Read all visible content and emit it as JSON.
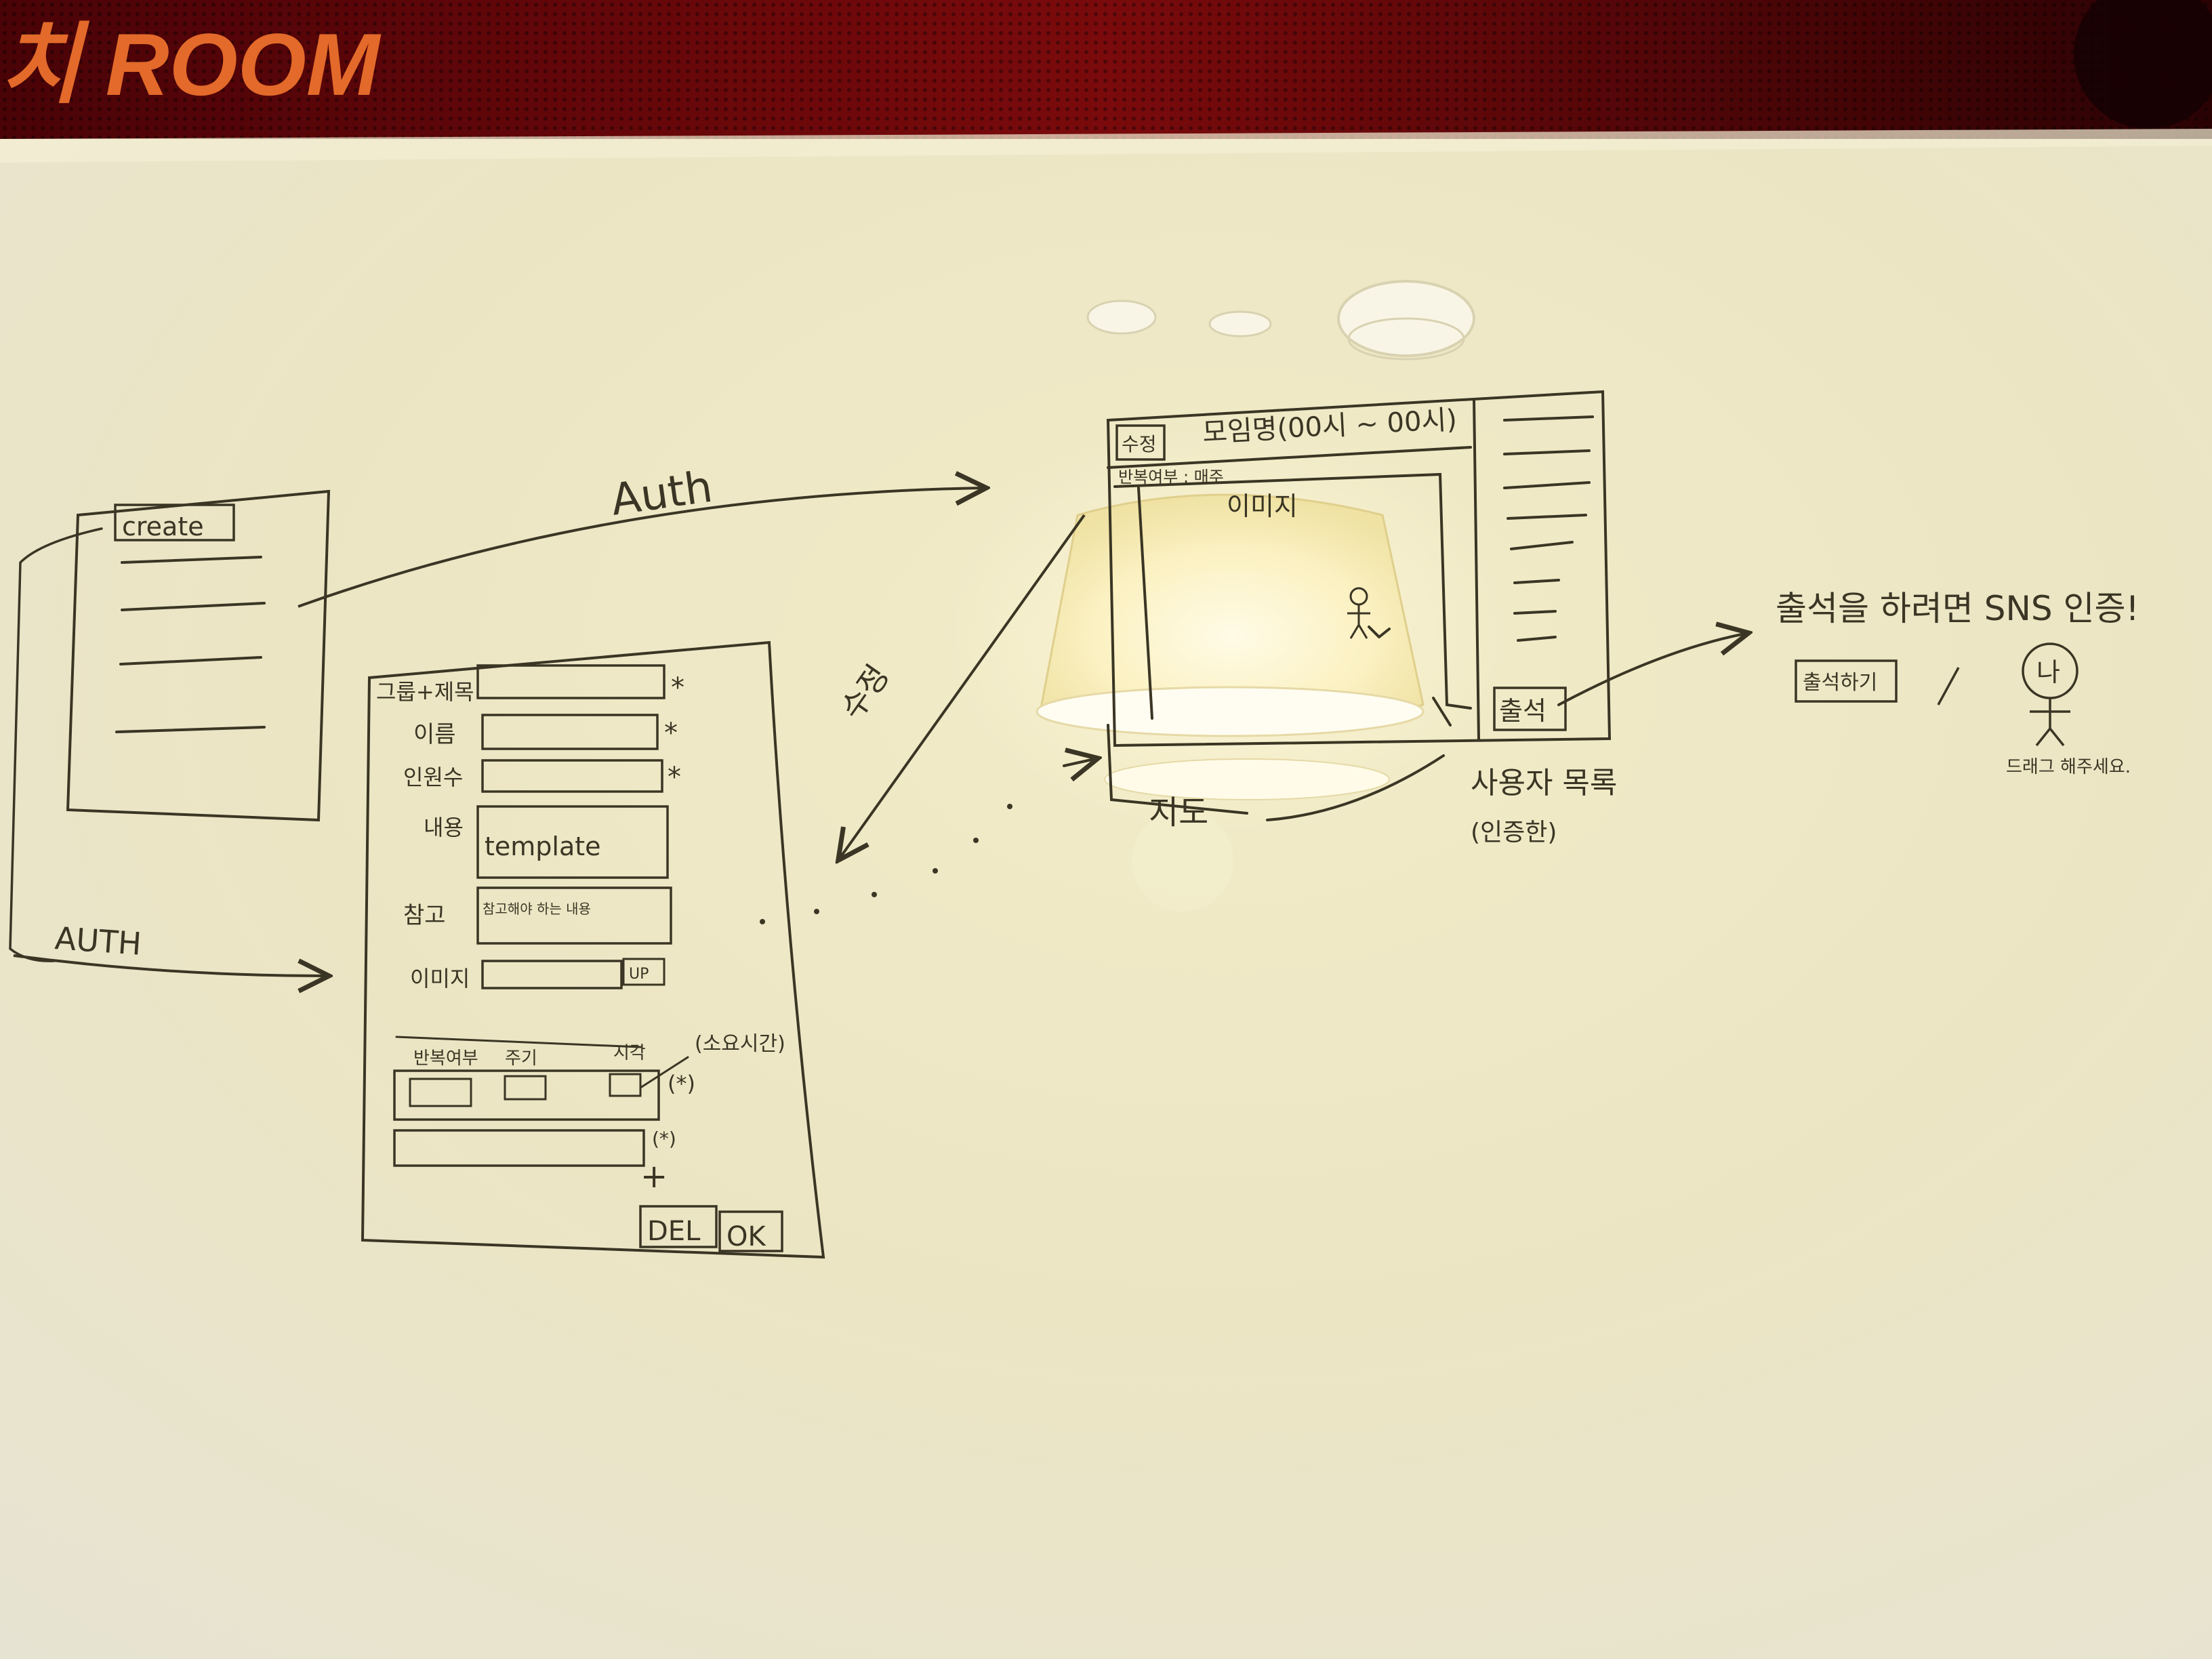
{
  "banner": {
    "text": "치 ROOM"
  },
  "whiteboard": {
    "list_sketch": {
      "button": "create"
    },
    "arrows": {
      "auth_top": "Auth",
      "auth_bottom": "AUTH",
      "edit": "수정"
    },
    "form_sketch": {
      "fields": [
        {
          "label": "그룹+제목",
          "mark": "*"
        },
        {
          "label": "이름",
          "mark": "*"
        },
        {
          "label": "인원수",
          "mark": "*"
        },
        {
          "label": "내용",
          "value": "template"
        },
        {
          "label": "참고",
          "value": "참고해야 하는 내용"
        },
        {
          "label": "이미지",
          "button": "UP"
        }
      ],
      "options_row": {
        "labels": [
          "반복여부",
          "주기",
          "시각"
        ],
        "note": "(소요시간)",
        "mark": "(*)"
      },
      "end_mark": "(*)",
      "plus": "+",
      "buttons": {
        "del": "DEL",
        "ok": "OK"
      }
    },
    "detail_sketch": {
      "edit_button": "수정",
      "title": "모임명(00시 ~ 00시)",
      "subtitle": "반복여부 : 매주",
      "image_label": "이미지",
      "map_label": "지도",
      "attend_button": "출석",
      "attendee_caption": "사용자 목록",
      "attendee_sub": "(인증한)"
    },
    "sns_note": {
      "text": "출석을 하려면 SNS 인증!",
      "button": "출석하기",
      "avatar": "나",
      "drag_hint": "드래그 해주세요."
    }
  },
  "colors": {
    "wall": "#7a0a0a",
    "board": "#ede7c6",
    "ink": "#3a3524",
    "lamp": "#fff6d6"
  }
}
